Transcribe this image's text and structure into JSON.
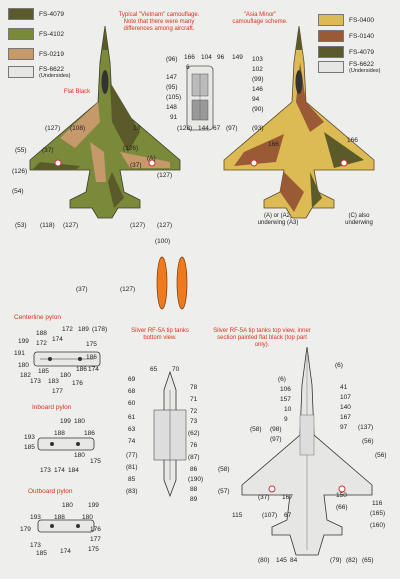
{
  "left_colors": [
    {
      "code": "FS-4079",
      "hex": "#5b5a2a"
    },
    {
      "code": "FS-4102",
      "hex": "#7b8a3a"
    },
    {
      "code": "FS-0219",
      "hex": "#c6996b"
    },
    {
      "code": "FS-6622",
      "sub": "(Undersides)",
      "hex": "#e6e6e4"
    }
  ],
  "right_colors": [
    {
      "code": "FS-0400",
      "hex": "#dcbb55"
    },
    {
      "code": "FS-0140",
      "hex": "#9b5a36"
    },
    {
      "code": "FS-4079",
      "hex": "#5b5a2a"
    },
    {
      "code": "FS-6622",
      "sub": "(Undersides)",
      "hex": "#e6e6e4"
    }
  ],
  "notes": {
    "vietnam": "Typical \"Vietnam\" camouflage. Note that there were many differences among aircraft.",
    "asia_minor": "\"Asia Minor\" camouflage scheme.",
    "flat_black": "Flat Black",
    "underwing_a": "(A) or (A2) underwing (A3)",
    "underwing_c": "(C) also underwing",
    "centerline": "Centerline pylon",
    "inboard": "Inboard pylon",
    "outboard": "Outboard pylon",
    "tip_bottom": "Silver RF-5A tip tanks bottom view.",
    "tip_top": "Silver RF-5A tip tanks top view, inner section painted flat black (top part only)."
  },
  "left_plane_numbers": [
    "(127)",
    "(108)",
    "13",
    "(55)",
    "(37)",
    "(126)",
    "(54)",
    "(126)",
    "(A)",
    "(37)",
    "(127)",
    "(53)",
    "(118)",
    "(127)",
    "(127)",
    "(127)",
    "(100)",
    "(37)",
    "(127)"
  ],
  "cockpit_numbers": [
    "(96)",
    "166",
    "104",
    "96",
    "149",
    "103",
    "6",
    "147",
    "102",
    "(95)",
    "(99)",
    "(105)",
    "146",
    "148",
    "94",
    "91",
    "(90)",
    "(128)",
    "144",
    "67",
    "(97)",
    "(93)"
  ],
  "right_plane_numbers": [
    "166",
    "166"
  ],
  "centerline_numbers": [
    "188",
    "172",
    "189",
    "(178)",
    "199",
    "172",
    "174",
    "191",
    "180",
    "175",
    "186",
    "182",
    "185",
    "180",
    "173",
    "183",
    "177",
    "186",
    "176",
    "174"
  ],
  "inboard_numbers": [
    "199",
    "180",
    "193",
    "188",
    "186",
    "185",
    "175",
    "173",
    "174",
    "184",
    "180"
  ],
  "outboard_numbers": [
    "180",
    "199",
    "193",
    "188",
    "180",
    "179",
    "176",
    "177",
    "175",
    "173",
    "174",
    "185"
  ],
  "tank_numbers": [
    "65",
    "70"
  ],
  "bottom_left_left": [
    "69",
    "68",
    "60",
    "61",
    "63",
    "74",
    "(77)",
    "(81)",
    "85",
    "(83)"
  ],
  "bottom_left_right": [
    "78",
    "71",
    "72",
    "73",
    "(62)",
    "76",
    "(87)",
    "86",
    "(190)",
    "88",
    "89"
  ],
  "bottom_right_numbers": [
    "(6)",
    "(6)",
    "106",
    "41",
    "157",
    "107",
    "10",
    "140",
    "9",
    "167",
    "(98)",
    "97",
    "(137)",
    "(97)",
    "(58)",
    "(56)",
    "(56)",
    "(58)",
    "(57)",
    "(37)",
    "150",
    "116",
    "115",
    "(107)",
    "167",
    "(66)",
    "(165)",
    "67",
    "(160)",
    "(80)",
    "145",
    "84",
    "(79)",
    "(82)",
    "(65)"
  ]
}
